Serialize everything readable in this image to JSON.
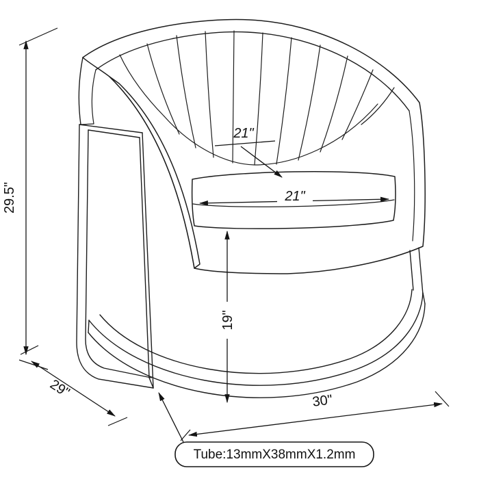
{
  "page": {
    "background": "#ffffff",
    "line_color": "#1c1c1c"
  },
  "diagram": {
    "type": "dimension-drawing",
    "subject": "channel-tufted barrel accent chair on cantilever metal sled base",
    "dimensions": {
      "overall_height": "29.5\"",
      "seat_depth": "21\"",
      "seat_width": "21\"",
      "floor_to_seat": "19\"",
      "overall_depth": "29\"",
      "overall_width": "30\""
    },
    "callout": {
      "tube_spec": "Tube:13mmX38mmX1.2mm"
    }
  }
}
